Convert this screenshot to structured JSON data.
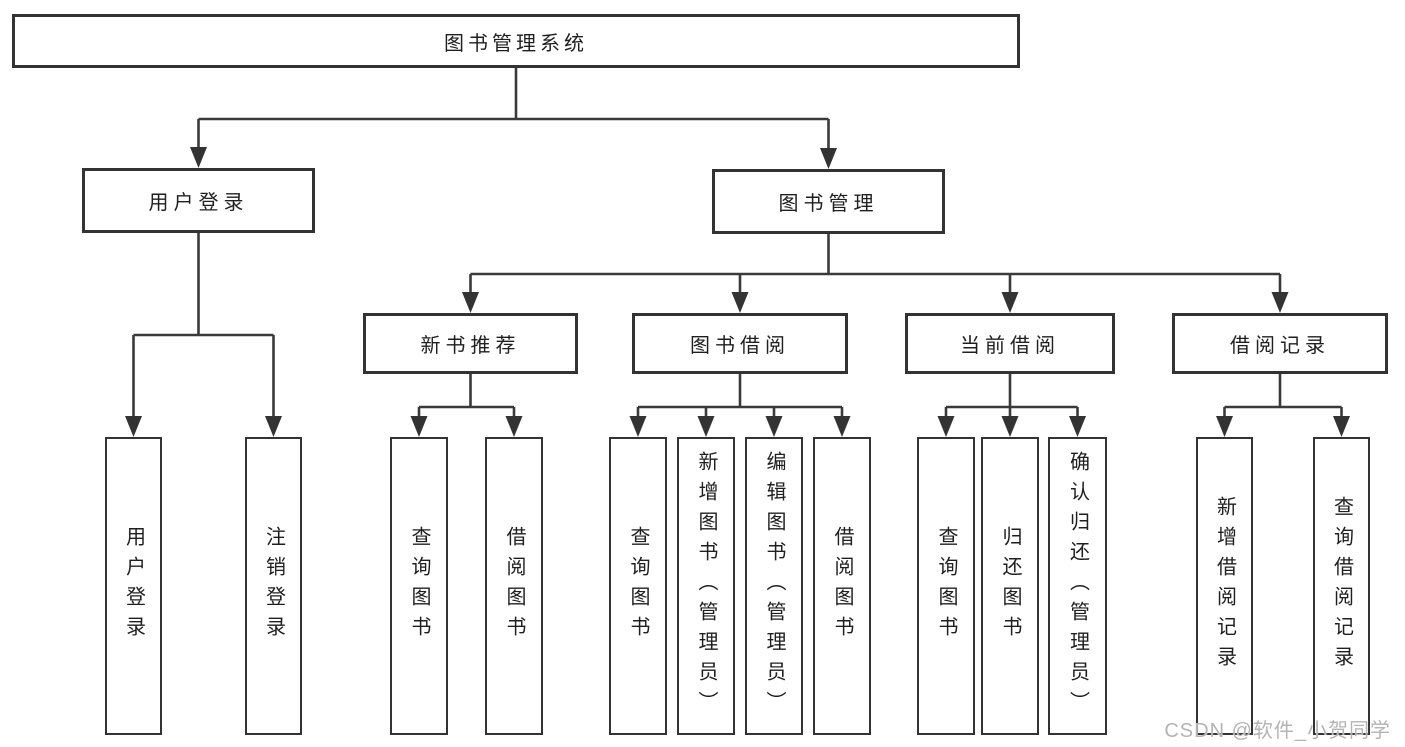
{
  "diagram": {
    "type": "hierarchy-tree",
    "orientation": "top-down",
    "tree": {
      "root": {
        "label": "图书管理系统"
      },
      "branches": [
        {
          "label": "用户登录",
          "children": [
            {
              "label": "用户登录"
            },
            {
              "label": "注销登录"
            }
          ]
        },
        {
          "label": "图书管理",
          "children": [
            {
              "label": "新书推荐",
              "children": [
                {
                  "label": "查询图书"
                },
                {
                  "label": "借阅图书"
                }
              ]
            },
            {
              "label": "图书借阅",
              "children": [
                {
                  "label": "查询图书"
                },
                {
                  "label": "新增图书（管理员）"
                },
                {
                  "label": "编辑图书（管理员）"
                },
                {
                  "label": "借阅图书"
                }
              ]
            },
            {
              "label": "当前借阅",
              "children": [
                {
                  "label": "查询图书"
                },
                {
                  "label": "归还图书"
                },
                {
                  "label": "确认归还（管理员）"
                }
              ]
            },
            {
              "label": "借阅记录",
              "children": [
                {
                  "label": "新增借阅记录"
                },
                {
                  "label": "查询借阅记录"
                }
              ]
            }
          ]
        }
      ]
    },
    "colors": {
      "background": "#ffffff",
      "box_border": "#333333",
      "connector_line": "#3a3a3a",
      "text": "#1f1f1f",
      "watermark": "#b4b4b4"
    }
  },
  "watermark": {
    "text": "CSDN @软件_小贺同学"
  }
}
